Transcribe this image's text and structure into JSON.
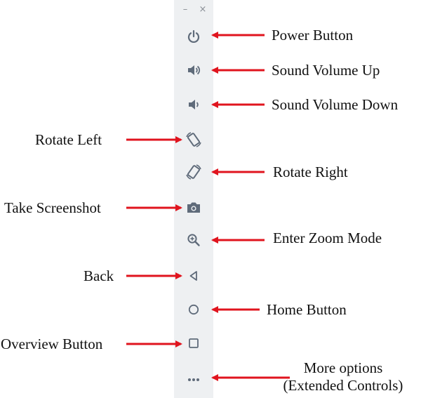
{
  "window_controls": {
    "minimize": "–",
    "close": "×"
  },
  "controls": [
    {
      "icon": "power-icon",
      "label": "Power Button"
    },
    {
      "icon": "volume-up-icon",
      "label": "Sound Volume Up"
    },
    {
      "icon": "volume-down-icon",
      "label": "Sound Volume Down"
    },
    {
      "icon": "rotate-left-icon",
      "label": "Rotate Left"
    },
    {
      "icon": "rotate-right-icon",
      "label": "Rotate Right"
    },
    {
      "icon": "camera-icon",
      "label": "Take Screenshot"
    },
    {
      "icon": "zoom-in-icon",
      "label": "Enter Zoom Mode"
    },
    {
      "icon": "back-icon",
      "label": "Back"
    },
    {
      "icon": "home-icon",
      "label": "Home Button"
    },
    {
      "icon": "overview-icon",
      "label": "Overview Button"
    },
    {
      "icon": "more-options-icon",
      "label_line1": "More options",
      "label_line2": "(Extended Controls)"
    }
  ],
  "colors": {
    "arrow": "#e0141e",
    "icon": "#5f6b7a",
    "panel": "#eef0f2"
  }
}
